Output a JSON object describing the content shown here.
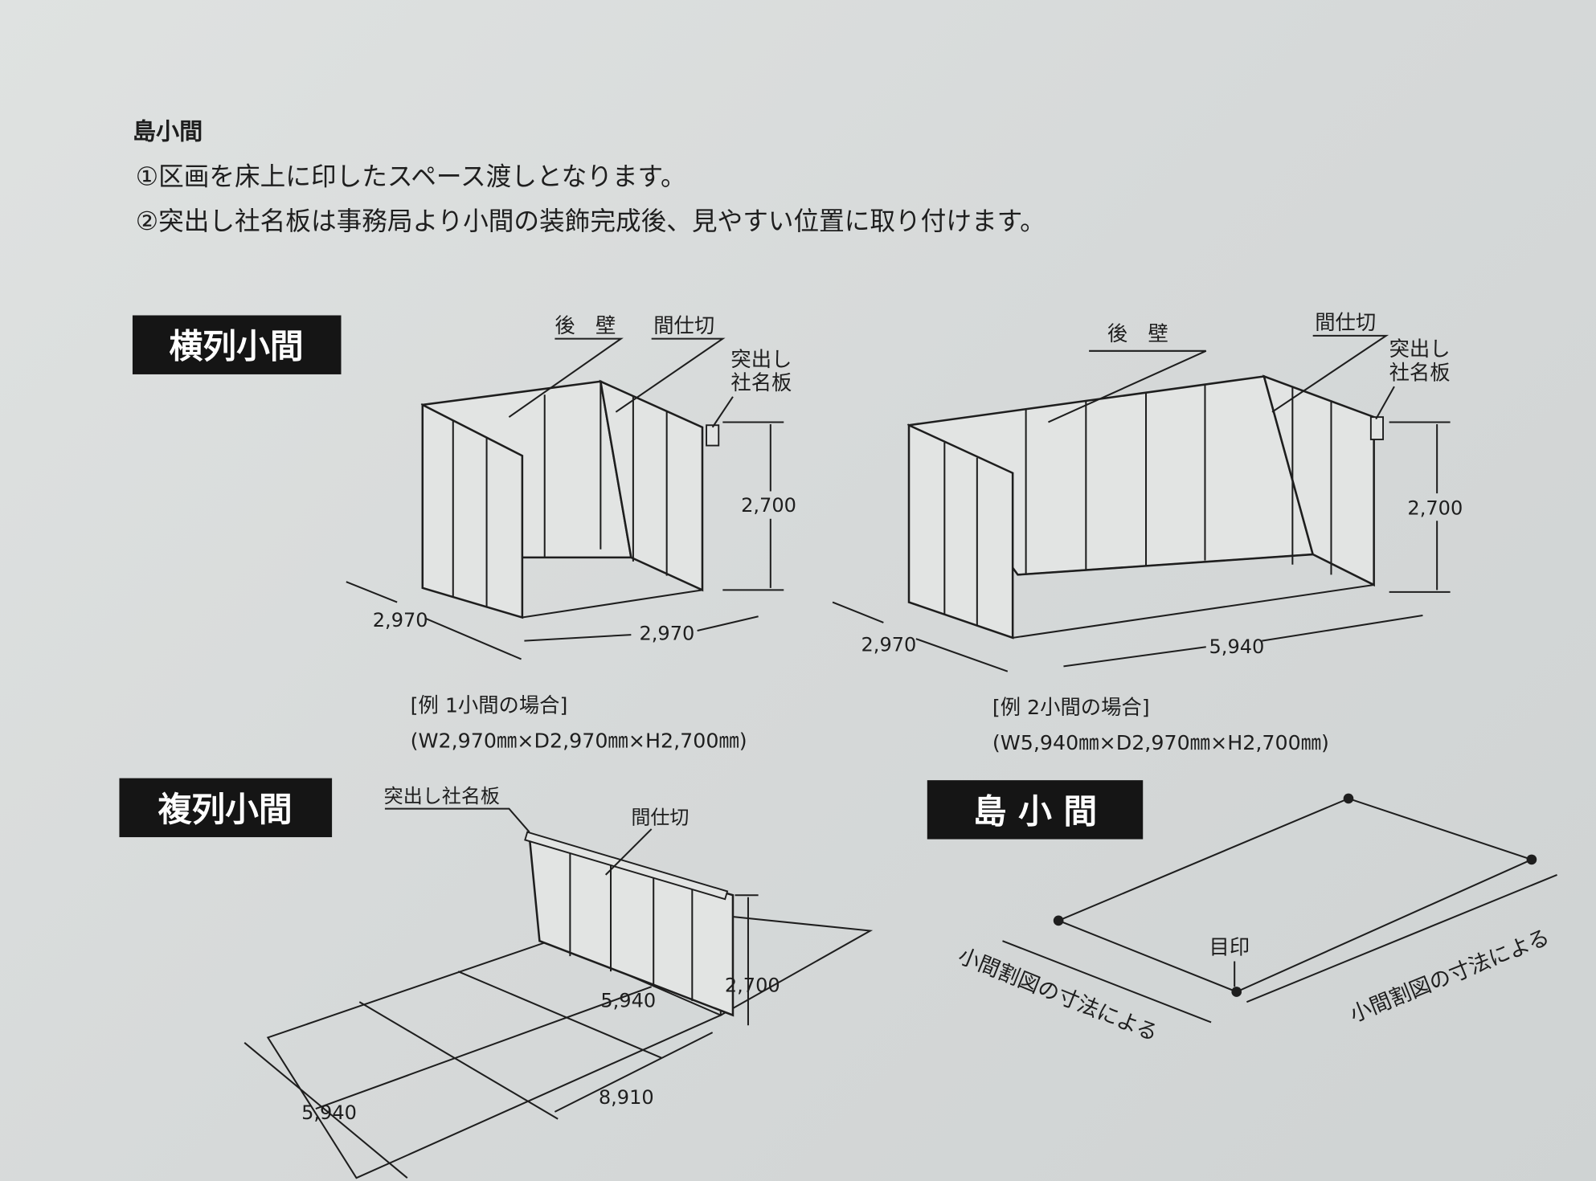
{
  "header": {
    "title": "島小間",
    "lines": [
      "①区画を床上に印したスペース渡しとなります。",
      "②突出し社名板は事務局より小間の装飾完成後、見やすい位置に取り付けます。"
    ]
  },
  "sections": {
    "row": {
      "label": "横列小間",
      "ex1": {
        "back_wall": "後　壁",
        "partition": "間仕切",
        "sign_1": "突出し",
        "sign_2": "社名板",
        "height": "2,700",
        "depth": "2,970",
        "width": "2,970",
        "caption_1": "[例 1小間の場合]",
        "caption_2": "(W2,970㎜×D2,970㎜×H2,700㎜)"
      },
      "ex2": {
        "back_wall": "後　壁",
        "partition": "間仕切",
        "sign_1": "突出し",
        "sign_2": "社名板",
        "height": "2,700",
        "depth": "2,970",
        "width": "5,940",
        "caption_1": "[例 2小間の場合]",
        "caption_2": "(W5,940㎜×D2,970㎜×H2,700㎜)"
      }
    },
    "double": {
      "label": "複列小間",
      "sign": "突出し社名板",
      "partition": "間仕切",
      "height": "2,700",
      "width": "5,940",
      "length": "8,910",
      "depth": "5,940"
    },
    "island": {
      "label": "島 小 間",
      "mark": "目印",
      "dim_left": "小間割図の寸法による",
      "dim_right": "小間割図の寸法による"
    }
  }
}
